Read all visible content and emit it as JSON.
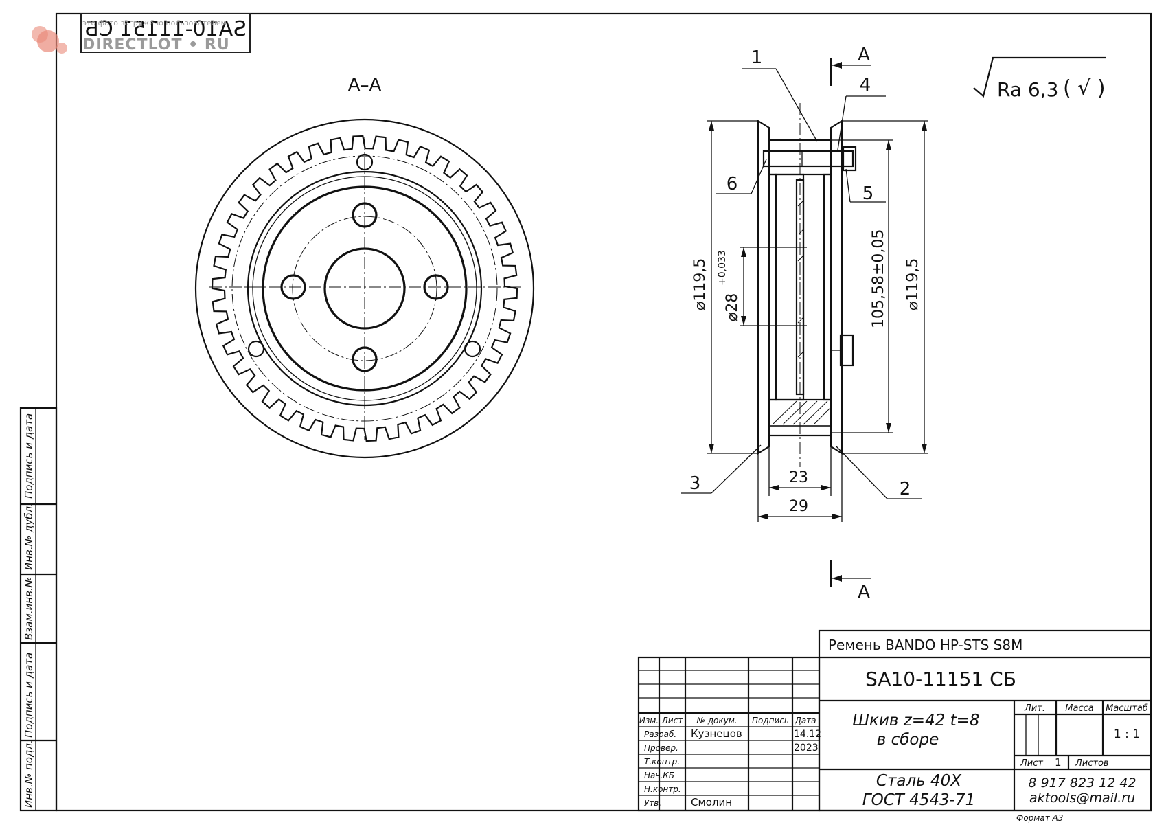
{
  "watermark": {
    "mirrored_code": "SA10-11151 СБ",
    "site": "DIRECTLOT • RU",
    "note": "это фото загружено пользователем"
  },
  "section_label": "А–А",
  "view_marker": {
    "letter_top": "А",
    "letter_bottom": "А"
  },
  "roughness": {
    "prefix": "Ra 6,3",
    "check": "( √ )"
  },
  "callouts": {
    "n1": "1",
    "n2": "2",
    "n3": "3",
    "n4": "4",
    "n5": "5",
    "n6": "6"
  },
  "dimensions": {
    "d_outer_left": "⌀119,5",
    "d_bore": "⌀28",
    "d_bore_tol": "+0,033",
    "d_pitch": "105,58±0,05",
    "d_outer_right": "⌀119,5",
    "width_inner": "23",
    "width_outer": "29"
  },
  "side_strip": {
    "cells": [
      "Подпись и дата",
      "Инв.№ дубл.",
      "Взам.инв.№",
      "Подпись и дата",
      "Инв.№ подл."
    ]
  },
  "title_block": {
    "note": "Ремень BANDO HP-STS S8M",
    "designation": "SA10-11151 СБ",
    "name_line1": "Шкив z=42 t=8",
    "name_line2": "в сборе",
    "material_line1": "Сталь 40Х",
    "material_line2": "ГОСТ 4543-71",
    "col_headers": [
      "Изм.",
      "Лист",
      "№ докум.",
      "Подпись",
      "Дата"
    ],
    "roles": [
      "Разраб.",
      "Провер.",
      "Т.контр.",
      "Нач.КБ",
      "Н.контр.",
      "Утв."
    ],
    "dev_name": "Кузнецов",
    "dev_date_1": "14.12",
    "dev_date_2": "2023",
    "approver_name": "Смолин",
    "lit_label": "Лит.",
    "mass_label": "Масса",
    "scale_label": "Масштаб",
    "scale_value": "1 : 1",
    "sheet_label": "Лист",
    "sheet_value": "1",
    "sheets_label": "Листов",
    "phone": "8 917 823 12 42",
    "email": "aktools@mail.ru",
    "format": "Формат А3"
  }
}
